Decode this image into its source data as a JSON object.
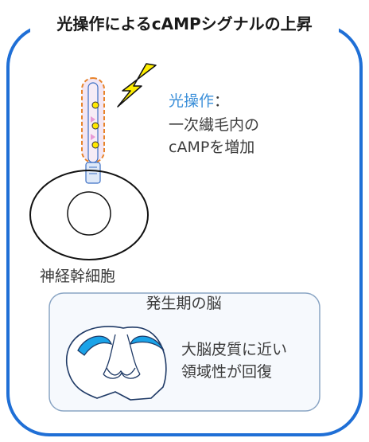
{
  "title": "光操作によるcAMPシグナルの上昇",
  "optogenetics": {
    "label_accent": "光操作",
    "label_colon": "：",
    "line1": "一次繊毛内の",
    "line2": "cAMPを増加"
  },
  "neuron": {
    "label": "神経幹細胞"
  },
  "development": {
    "heading": "発生期の脳",
    "line1": "大脳皮質に近い",
    "line2": "領域性が回復"
  },
  "colors": {
    "border_blue": "#1f6fd6",
    "accent_blue": "#3b8fd9",
    "cortex_cyan": "#1aa3e8",
    "lightning_yellow": "#ffee00",
    "cilium_orange": "#e8832a"
  }
}
